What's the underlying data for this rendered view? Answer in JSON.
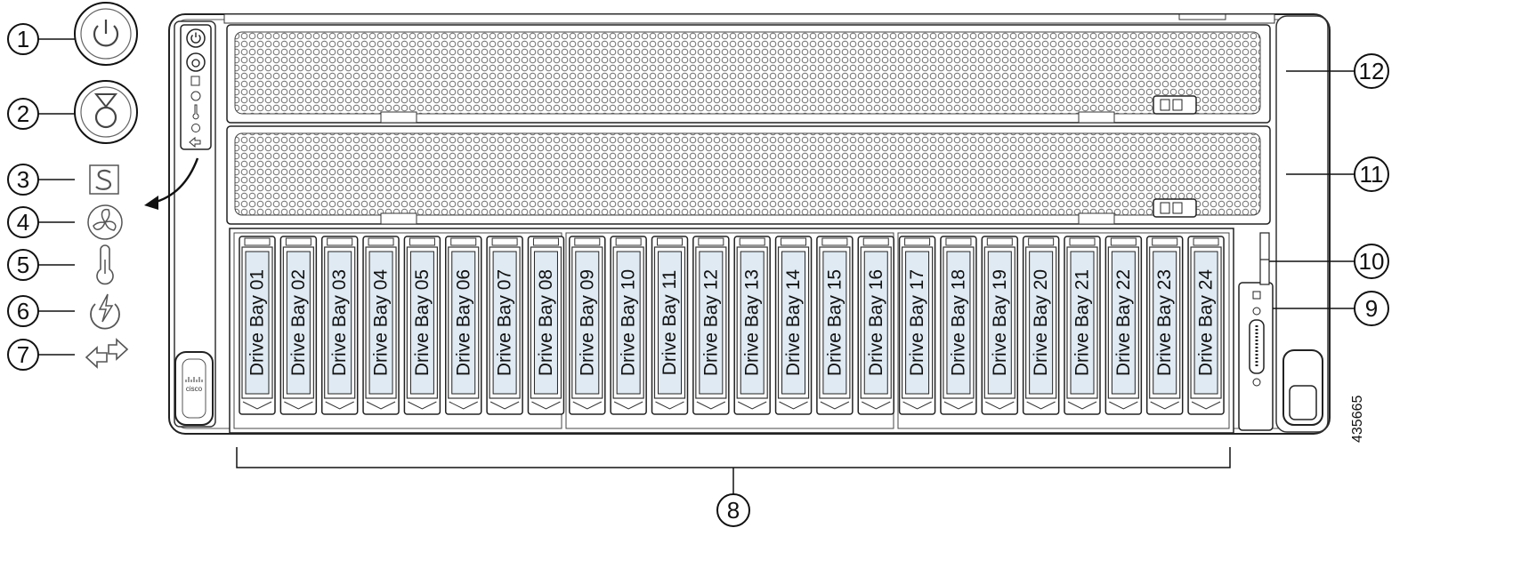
{
  "figure_id": "435665",
  "logo_text": "cisco",
  "callouts": [
    {
      "num": "1",
      "icon": "power-button-icon"
    },
    {
      "num": "2",
      "icon": "unit-identification-button-icon"
    },
    {
      "num": "3",
      "icon": "system-status-led-icon"
    },
    {
      "num": "4",
      "icon": "fan-status-led-icon"
    },
    {
      "num": "5",
      "icon": "temperature-status-led-icon"
    },
    {
      "num": "6",
      "icon": "power-supply-status-led-icon"
    },
    {
      "num": "7",
      "icon": "network-link-activity-led-icon"
    },
    {
      "num": "8",
      "icon": "drive-bays-bracket"
    },
    {
      "num": "9",
      "icon": "kvm-connector"
    },
    {
      "num": "10",
      "icon": "pull-out-asset-tag"
    },
    {
      "num": "11",
      "icon": "lower-module-bay"
    },
    {
      "num": "12",
      "icon": "upper-module-bay"
    }
  ],
  "drive_bays": [
    "Drive Bay 01",
    "Drive Bay 02",
    "Drive Bay 03",
    "Drive Bay 04",
    "Drive Bay 05",
    "Drive Bay 06",
    "Drive Bay 07",
    "Drive Bay 08",
    "Drive Bay 09",
    "Drive Bay 10",
    "Drive Bay 11",
    "Drive Bay 12",
    "Drive Bay 13",
    "Drive Bay 14",
    "Drive Bay 15",
    "Drive Bay 16",
    "Drive Bay 17",
    "Drive Bay 18",
    "Drive Bay 19",
    "Drive Bay 20",
    "Drive Bay 21",
    "Drive Bay 22",
    "Drive Bay 23",
    "Drive Bay 24"
  ],
  "colors": {
    "line": "#222222",
    "bay_label_fill": "#dfeaf3",
    "chassis_fill": "#ffffff",
    "mesh_dot": "#8a8a8a"
  }
}
